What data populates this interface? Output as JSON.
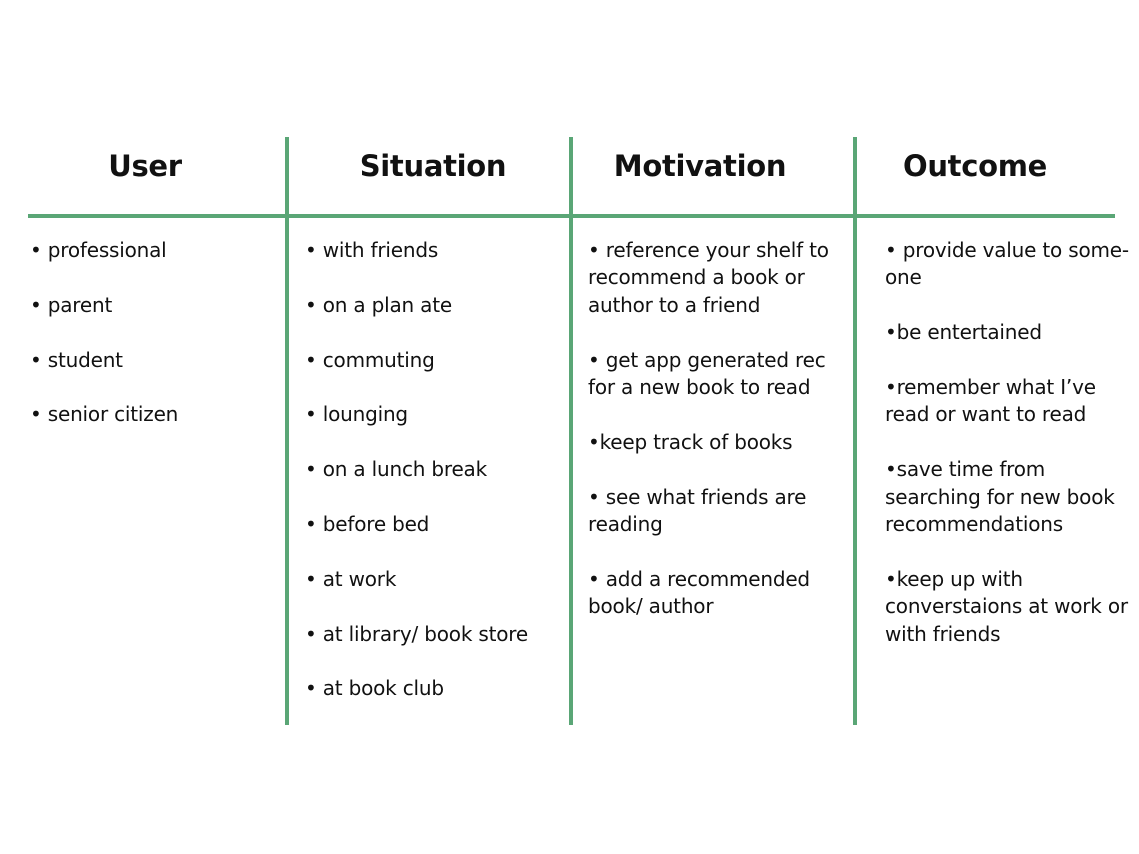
{
  "columns": [
    {
      "header": "User",
      "items": [
        "• professional",
        "• parent",
        "• student",
        "• senior citizen"
      ]
    },
    {
      "header": "Situation",
      "items": [
        "• with friends",
        "• on a plan ate",
        "• commuting",
        "• lounging",
        "• on a lunch break",
        "• before bed",
        "• at work",
        "• at library/ book store",
        "• at book club"
      ]
    },
    {
      "header": "Motivation",
      "items": [
        "• reference your shelf to recommend a book or author to a friend",
        "• get app generated rec for a new book to read",
        "•keep track of books",
        "• see what friends are reading",
        "• add a recommended book/ author"
      ]
    },
    {
      "header": "Outcome",
      "items": [
        "• provide value to some-one",
        "•be entertained",
        "•remember what I’ve read or want to read",
        "•save time from searching for new book recommendations",
        "•keep up with converstaions at work or with friends"
      ]
    }
  ],
  "colors": {
    "rule": "#5aa676",
    "text": "#111111",
    "background": "#ffffff"
  }
}
